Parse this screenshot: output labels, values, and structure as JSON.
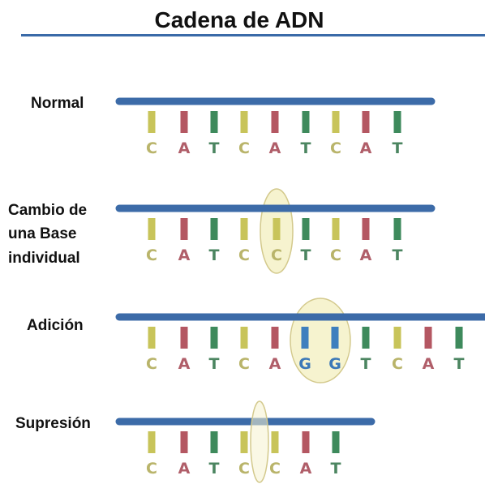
{
  "title": "Cadena de  ADN",
  "colors": {
    "backbone": "#3c6ba8",
    "title_rule": "#3a6aa8",
    "highlight_fill": "#f6f3cf",
    "highlight_stroke": "#d3c98c",
    "bases": {
      "C": {
        "bar": "#c8c45a",
        "letter": "#b9b46a"
      },
      "A": {
        "bar": "#b45762",
        "letter": "#b05e69"
      },
      "T": {
        "bar": "#3e8a5c",
        "letter": "#4b8560"
      },
      "G": {
        "bar": "#3e7fbe",
        "letter": "#3b78b8"
      }
    }
  },
  "rows": [
    {
      "id": "normal",
      "label": [
        "Normal"
      ],
      "bases": [
        "C",
        "A",
        "T",
        "C",
        "A",
        "T",
        "C",
        "A",
        "T"
      ]
    },
    {
      "id": "cambio",
      "label": [
        "Cambio de",
        "una Base",
        "individual"
      ],
      "bases": [
        "C",
        "A",
        "T",
        "C",
        "C",
        "T",
        "C",
        "A",
        "T"
      ]
    },
    {
      "id": "adicion",
      "label": [
        "Adición"
      ],
      "bases": [
        "C",
        "A",
        "T",
        "C",
        "A",
        "G",
        "G",
        "T",
        "C",
        "A",
        "T"
      ]
    },
    {
      "id": "supresion",
      "label": [
        "Supresión"
      ],
      "bases": [
        "C",
        "A",
        "T",
        "C",
        "C",
        "A",
        "T"
      ]
    }
  ]
}
